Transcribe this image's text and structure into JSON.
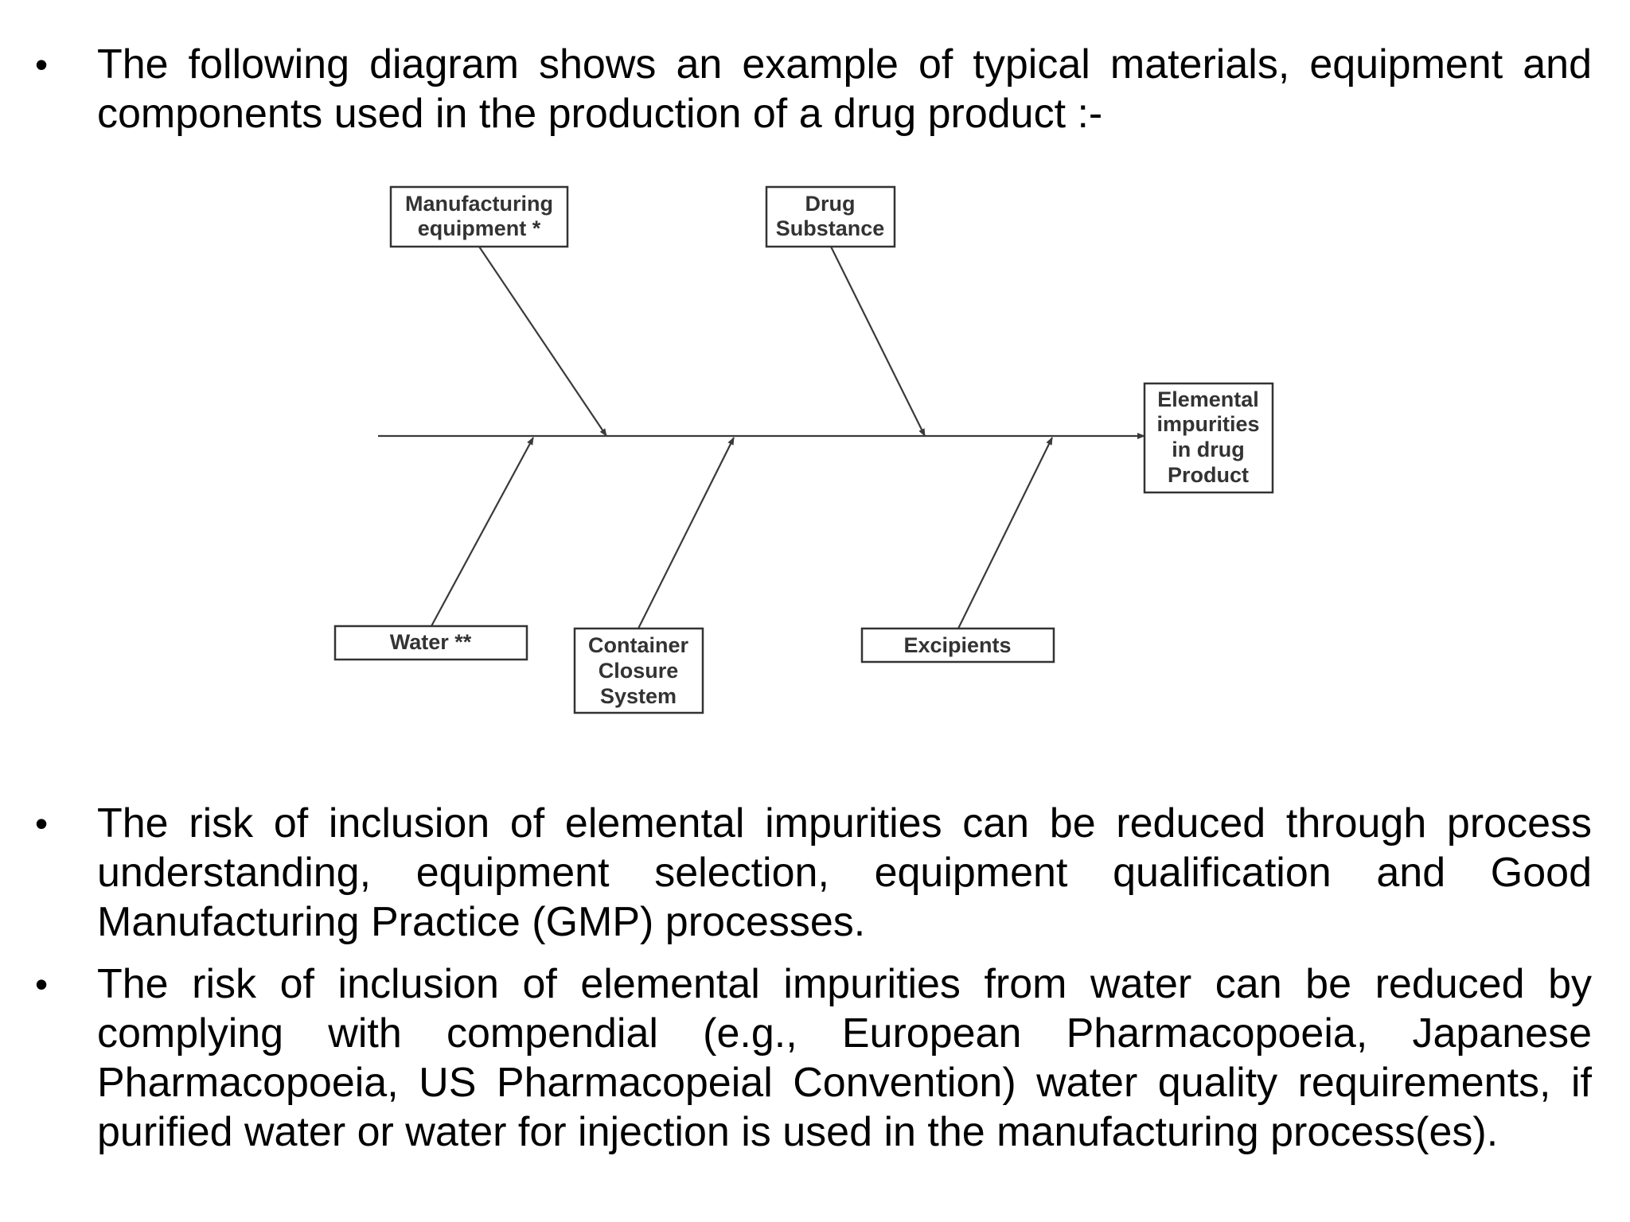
{
  "bullets": {
    "intro": "The following diagram shows an example of typical materials, equipment and components used in the production of a drug product :-",
    "risk_process": "The risk of inclusion of elemental impurities can be reduced through process understanding, equipment selection, equipment qualification and Good Manufacturing Practice (GMP) processes.",
    "risk_water": " The risk of inclusion of elemental impurities from water can be reduced by complying with compendial (e.g., European Pharmacopoeia, Japanese Pharmacopoeia, US Pharmacopeial Convention) water quality requirements, if purified water or water for injection is used in the manufacturing process(es).",
    "marker": "•"
  },
  "diagram": {
    "effect": [
      "Elemental",
      "impurities",
      "in drug",
      "Product"
    ],
    "causes": {
      "manufacturing_equipment": [
        "Manufacturing",
        "equipment *"
      ],
      "drug_substance": [
        "Drug",
        "Substance"
      ],
      "water": [
        "Water **"
      ],
      "container_closure": [
        "Container",
        "Closure",
        "System"
      ],
      "excipients": [
        "Excipients"
      ]
    }
  },
  "colors": {
    "text": "#000000",
    "diagram_stroke": "#333333",
    "background": "#ffffff"
  }
}
